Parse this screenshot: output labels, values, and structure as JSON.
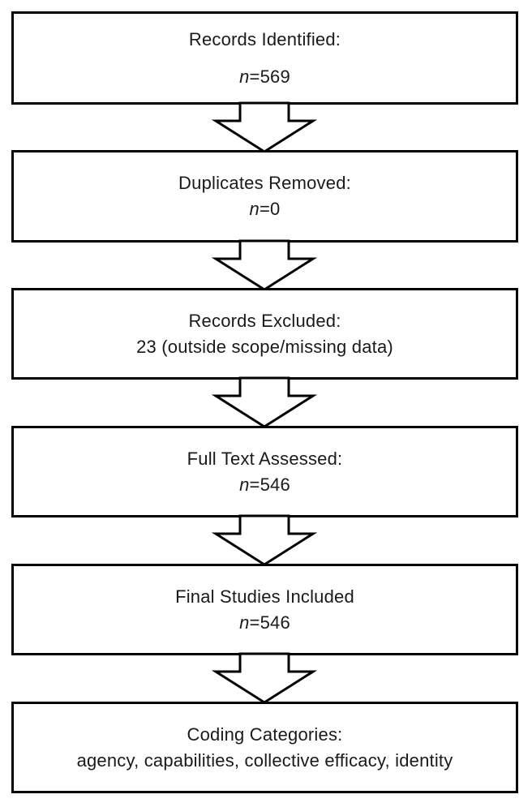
{
  "flow": {
    "steps": [
      {
        "title": "Records Identified:",
        "n_label": "n",
        "n_value": "=569"
      },
      {
        "title": "Duplicates Removed:",
        "n_label": "n",
        "n_value": "=0"
      },
      {
        "title": "Records Excluded:",
        "detail": "23 (outside scope/missing data)"
      },
      {
        "title": "Full Text Assessed:",
        "n_label": "n",
        "n_value": "=546"
      },
      {
        "title": "Final Studies Included",
        "n_label": "n",
        "n_value": "=546"
      },
      {
        "title": "Coding Categories:",
        "detail": "agency, capabilities, collective efficacy, identity"
      }
    ]
  },
  "colors": {
    "border": "#000000",
    "text": "#1a1a1a",
    "background": "#ffffff"
  }
}
